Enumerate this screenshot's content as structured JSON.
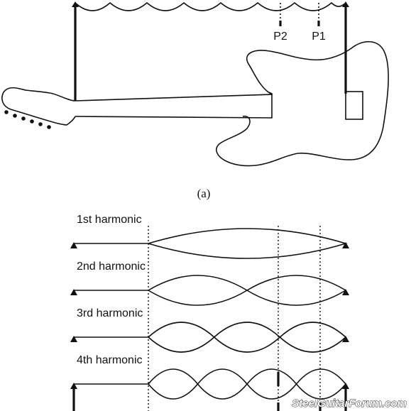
{
  "figure": {
    "panel_a_label": "(a)",
    "pickups": [
      {
        "label": "P2"
      },
      {
        "label": "P1"
      }
    ],
    "harmonics": [
      {
        "label": "1st harmonic",
        "loops": 1
      },
      {
        "label": "2nd harmonic",
        "loops": 2
      },
      {
        "label": "3rd harmonic",
        "loops": 3
      },
      {
        "label": "4th harmonic",
        "loops": 4
      }
    ],
    "watermark": "SteelGuitarForum.com",
    "colors": {
      "line": "#111111",
      "background": "#ffffff",
      "watermark_fill": "#ffffff",
      "watermark_stroke": "#1a1a1a"
    }
  }
}
